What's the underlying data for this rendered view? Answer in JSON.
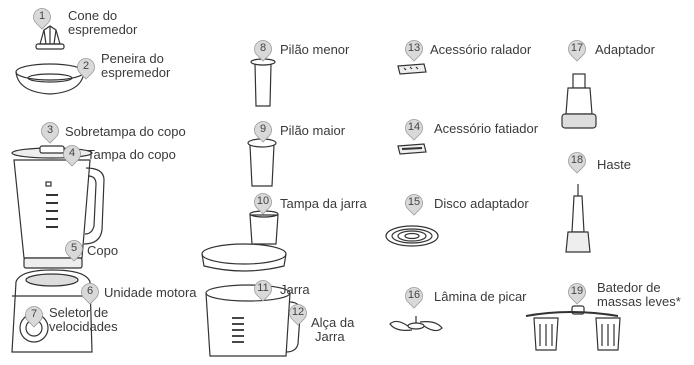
{
  "parts": [
    {
      "num": "1",
      "label_lines": [
        "Cone do",
        "espremedor"
      ]
    },
    {
      "num": "2",
      "label_lines": [
        "Peneira do",
        "espremedor"
      ]
    },
    {
      "num": "3",
      "label_lines": [
        "Sobretampa do copo"
      ]
    },
    {
      "num": "4",
      "label_lines": [
        "Tampa do copo"
      ]
    },
    {
      "num": "5",
      "label_lines": [
        "Copo"
      ]
    },
    {
      "num": "6",
      "label_lines": [
        "Unidade motora"
      ]
    },
    {
      "num": "7",
      "label_lines": [
        "Seletor de",
        "velocidades"
      ]
    },
    {
      "num": "8",
      "label_lines": [
        "Pilão menor"
      ]
    },
    {
      "num": "9",
      "label_lines": [
        "Pilão maior"
      ]
    },
    {
      "num": "10",
      "label_lines": [
        "Tampa da jarra"
      ]
    },
    {
      "num": "11",
      "label_lines": [
        "Jarra"
      ]
    },
    {
      "num": "12",
      "label_lines": [
        "Alça da",
        "Jarra"
      ]
    },
    {
      "num": "13",
      "label_lines": [
        "Acessório ralador"
      ]
    },
    {
      "num": "14",
      "label_lines": [
        "Acessório fatiador"
      ]
    },
    {
      "num": "15",
      "label_lines": [
        "Disco adaptador"
      ]
    },
    {
      "num": "16",
      "label_lines": [
        "Lâmina de picar"
      ]
    },
    {
      "num": "17",
      "label_lines": [
        "Adaptador"
      ]
    },
    {
      "num": "18",
      "label_lines": [
        "Haste"
      ]
    },
    {
      "num": "19",
      "label_lines": [
        "Batedor de",
        "massas leves*"
      ]
    }
  ],
  "colors": {
    "badge_fill": "#d9d9d9",
    "line": "#333333",
    "text": "#3a3a3a"
  }
}
